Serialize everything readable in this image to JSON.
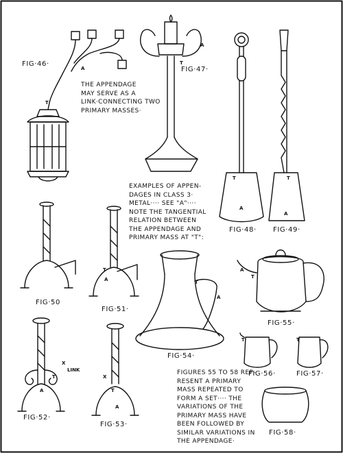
{
  "figures": {
    "f46": "FIG·46·",
    "f47": "FIG·47·",
    "f48": "FIG·48·",
    "f49": "FIG·49·",
    "f50": "FIG·50",
    "f51": "FIG·51·",
    "f52": "FIG·52·",
    "f53": "FIG·53·",
    "f54": "FIG·54·",
    "f55": "FIG·55·",
    "f56": "FIG·56·",
    "f57": "FIG·57·",
    "f58": "FIG·58·"
  },
  "notes": {
    "appendage_link": "THE APPENDAGE\nMAY SERVE AS A\nLINK·CONNECTING TWO\nPRIMARY MASSES·",
    "class3": "EXAMPLES OF APPEN-\nDAGES IN CLASS 3·\nMETAL···· SEE \"A\"····\nNOTE THE TANGENTIAL\nRELATION BETWEEN\nTHE APPENDAGE AND\nPRIMARY MASS AT \"T\":",
    "set": "FIGURES 55 TO 58 REP-\nRESENT A PRIMARY\nMASS REPEATED TO\nFORM A SET···· THE\nVARIATIONS OF THE\nPRIMARY MASS HAVE\nBEEN FOLLOWED BY\nSIMILAR VARIATIONS IN\nTHE APPENDAGE·"
  },
  "markers": {
    "a": "A",
    "t": "T",
    "x": "X",
    "link": "LINK"
  }
}
